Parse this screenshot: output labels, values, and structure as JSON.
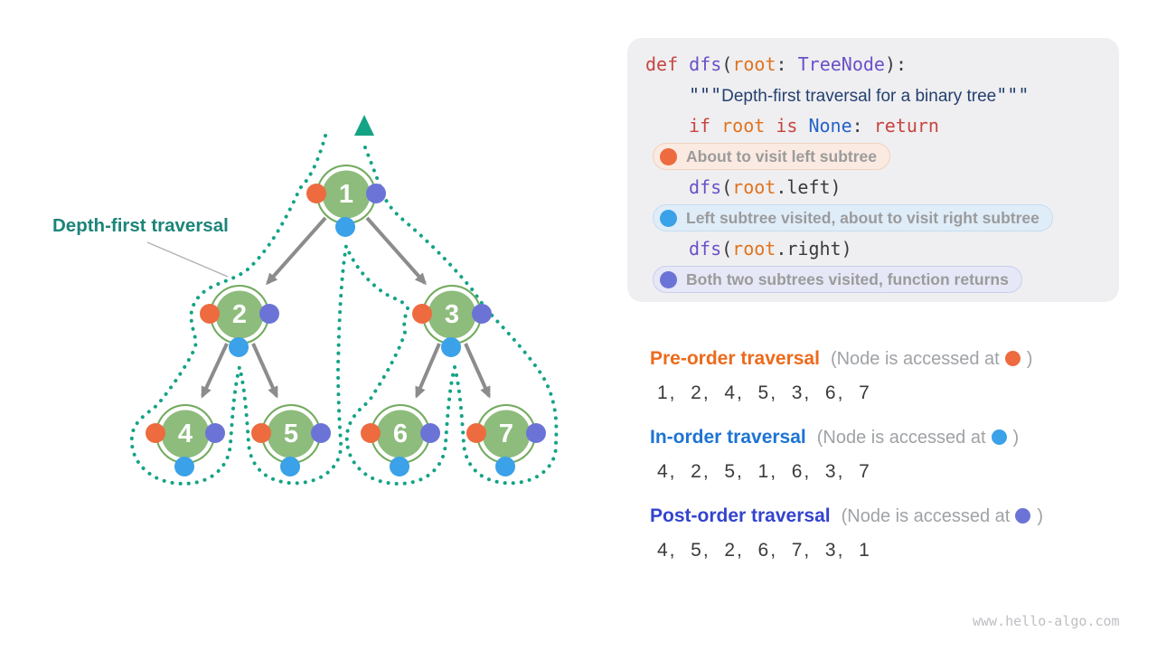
{
  "diagram": {
    "label": "Depth-first traversal",
    "nodes": [
      {
        "value": "1"
      },
      {
        "value": "2"
      },
      {
        "value": "3"
      },
      {
        "value": "4"
      },
      {
        "value": "5"
      },
      {
        "value": "6"
      },
      {
        "value": "7"
      }
    ],
    "edges": [
      [
        "1",
        "2"
      ],
      [
        "1",
        "3"
      ],
      [
        "2",
        "4"
      ],
      [
        "2",
        "5"
      ],
      [
        "3",
        "6"
      ],
      [
        "3",
        "7"
      ]
    ]
  },
  "code": {
    "lines": [
      {
        "tokens": [
          [
            "kw",
            "def "
          ],
          [
            "fn",
            "dfs"
          ],
          [
            "p",
            "("
          ],
          [
            "arg",
            "root"
          ],
          [
            "p",
            ": "
          ],
          [
            "cls",
            "TreeNode"
          ],
          [
            "p",
            "):"
          ]
        ]
      },
      {
        "tokens": [
          [
            "doc",
            "\"\"\""
          ],
          [
            "docsans",
            "Depth-first traversal for a binary tree"
          ],
          [
            "doc",
            "\"\"\""
          ]
        ]
      },
      {
        "tokens": [
          [
            "kw",
            "if "
          ],
          [
            "arg",
            "root"
          ],
          [
            "kw",
            " is "
          ],
          [
            "const",
            "None"
          ],
          [
            "p",
            ":"
          ],
          [
            "kw",
            " return"
          ]
        ]
      },
      {
        "tokens": [
          [
            "fn",
            "dfs"
          ],
          [
            "p",
            "("
          ],
          [
            "arg",
            "root"
          ],
          [
            "p",
            ".left)"
          ]
        ]
      },
      {
        "tokens": [
          [
            "fn",
            "dfs"
          ],
          [
            "p",
            "("
          ],
          [
            "arg",
            "root"
          ],
          [
            "p",
            ".right)"
          ]
        ]
      }
    ]
  },
  "badges": [
    {
      "label": "About to visit left subtree",
      "color_key": "preorder"
    },
    {
      "label": "Left subtree visited, about to visit right subtree",
      "color_key": "inorder"
    },
    {
      "label": "Both two subtrees visited, function returns",
      "color_key": "postorder"
    }
  ],
  "results": [
    {
      "label": "Pre-order traversal",
      "note_prefix": "(Node is accessed at",
      "note_suffix": ")",
      "sequence": [
        1,
        2,
        4,
        5,
        3,
        6,
        7
      ]
    },
    {
      "label": "In-order traversal",
      "note_prefix": "(Node is accessed at",
      "note_suffix": ")",
      "sequence": [
        4,
        2,
        5,
        1,
        6,
        3,
        7
      ]
    },
    {
      "label": "Post-order traversal",
      "note_prefix": "(Node is accessed at",
      "note_suffix": ")",
      "sequence": [
        4,
        5,
        2,
        6,
        7,
        3,
        1
      ]
    }
  ],
  "colors": {
    "preorder": "#ED6B3F",
    "inorder": "#3BA1E8",
    "postorder": "#6B74D6",
    "pre_label": "#ED6A1C",
    "in_label": "#1D74D2",
    "post_label": "#3344CE",
    "node_fill": "#8DBC7C",
    "node_ring": "#74AB60",
    "path_teal": "#14A385",
    "edge_gray": "#8C8C8C",
    "label_teal": "#1B8578"
  },
  "watermark": "www.hello-algo.com"
}
